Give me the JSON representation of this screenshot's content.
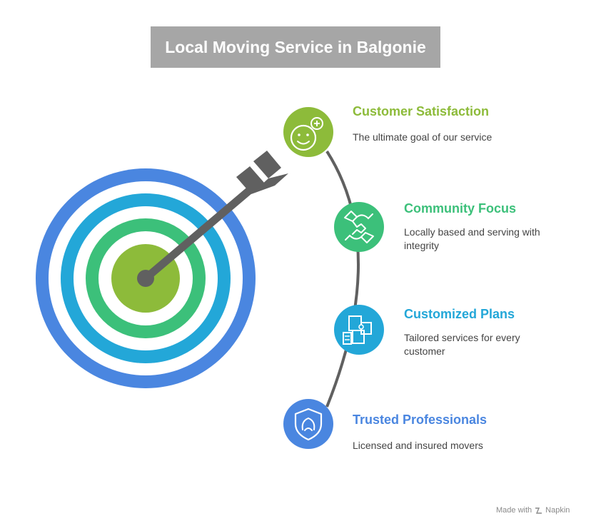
{
  "title": "Local Moving Service in Balgonie",
  "items": [
    {
      "title": "Customer Satisfaction",
      "desc": "The ultimate goal of our service",
      "icon": "smiley-plus-icon",
      "color": "#8dbb3a"
    },
    {
      "title": "Community Focus",
      "desc": "Locally based and serving with integrity",
      "icon": "handshake-icon",
      "color": "#3cc07a"
    },
    {
      "title": "Customized Plans",
      "desc": "Tailored services for every customer",
      "icon": "puzzle-plan-icon",
      "color": "#23a7d8"
    },
    {
      "title": "Trusted Professionals",
      "desc": "Licensed and insured movers",
      "icon": "shield-person-icon",
      "color": "#4a86e0"
    }
  ],
  "target_colors": [
    "#4a86e0",
    "#23a7d8",
    "#3cc07a",
    "#8dbb3a"
  ],
  "arrow_color": "#606060",
  "footer": {
    "made_with": "Made with",
    "brand": "Napkin"
  }
}
